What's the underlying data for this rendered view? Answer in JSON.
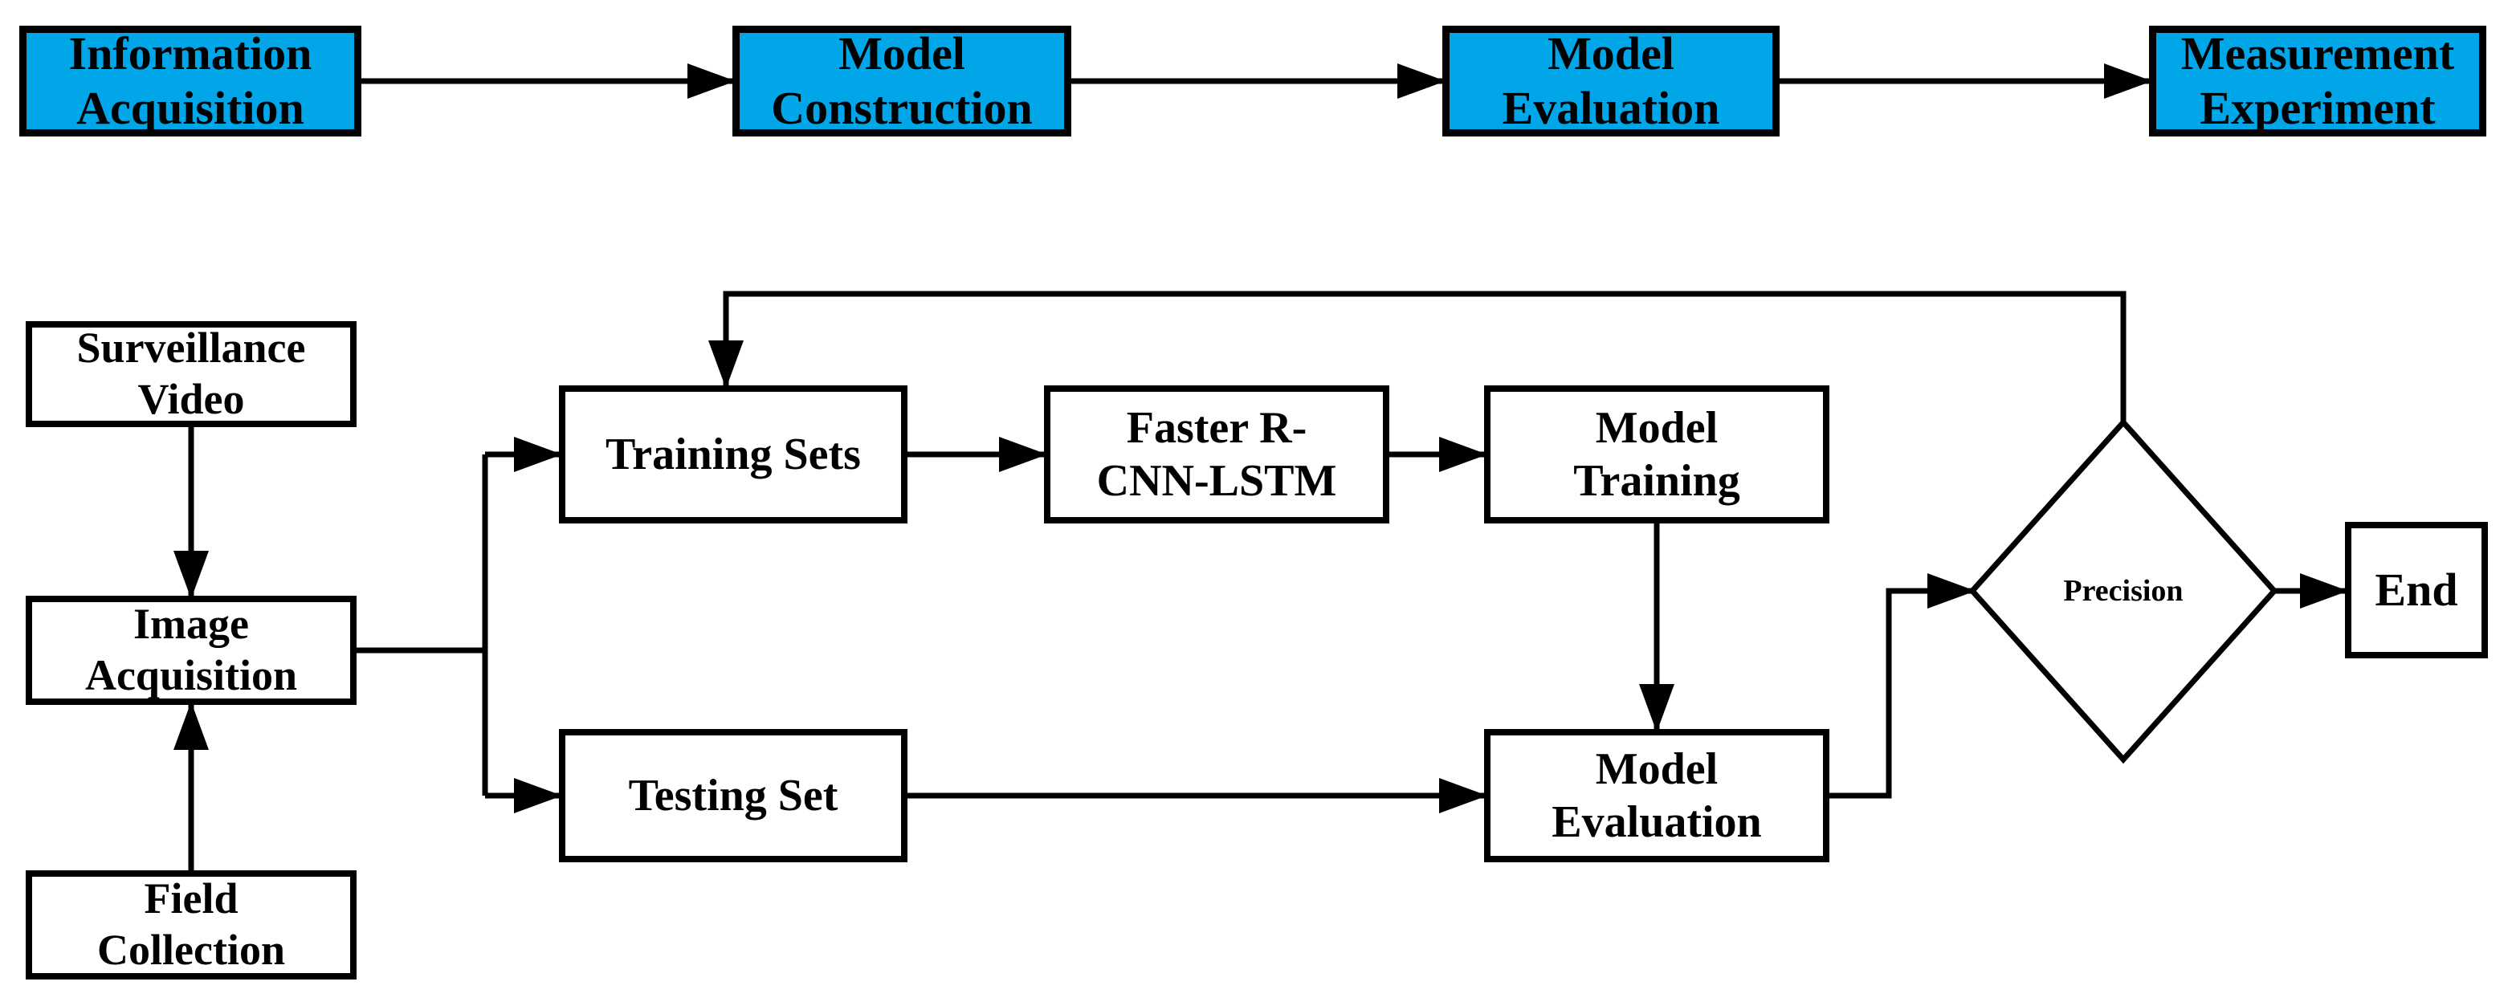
{
  "colors": {
    "process_fill": "#00A6E8",
    "box_fill": "#FFFFFF",
    "line": "#000000"
  },
  "nodes": {
    "info_acq": {
      "label": "Information\nAcquisition"
    },
    "model_constr": {
      "label": "Model\nConstruction"
    },
    "model_eval_top": {
      "label": "Model\nEvaluation"
    },
    "meas_exp": {
      "label": "Measurement\nExperiment"
    },
    "surv_video": {
      "label": "Surveillance\nVideo"
    },
    "image_acq": {
      "label": "Image\nAcquisition"
    },
    "field_coll": {
      "label": "Field\nCollection"
    },
    "training_sets": {
      "label": "Training Sets"
    },
    "faster_rcnn": {
      "label": "Faster R-\nCNN-LSTM"
    },
    "model_training": {
      "label": "Model\nTraining"
    },
    "testing_set": {
      "label": "Testing Set"
    },
    "model_eval": {
      "label": "Model\nEvaluation"
    },
    "precision": {
      "label": "Precision"
    },
    "end": {
      "label": "End"
    }
  }
}
